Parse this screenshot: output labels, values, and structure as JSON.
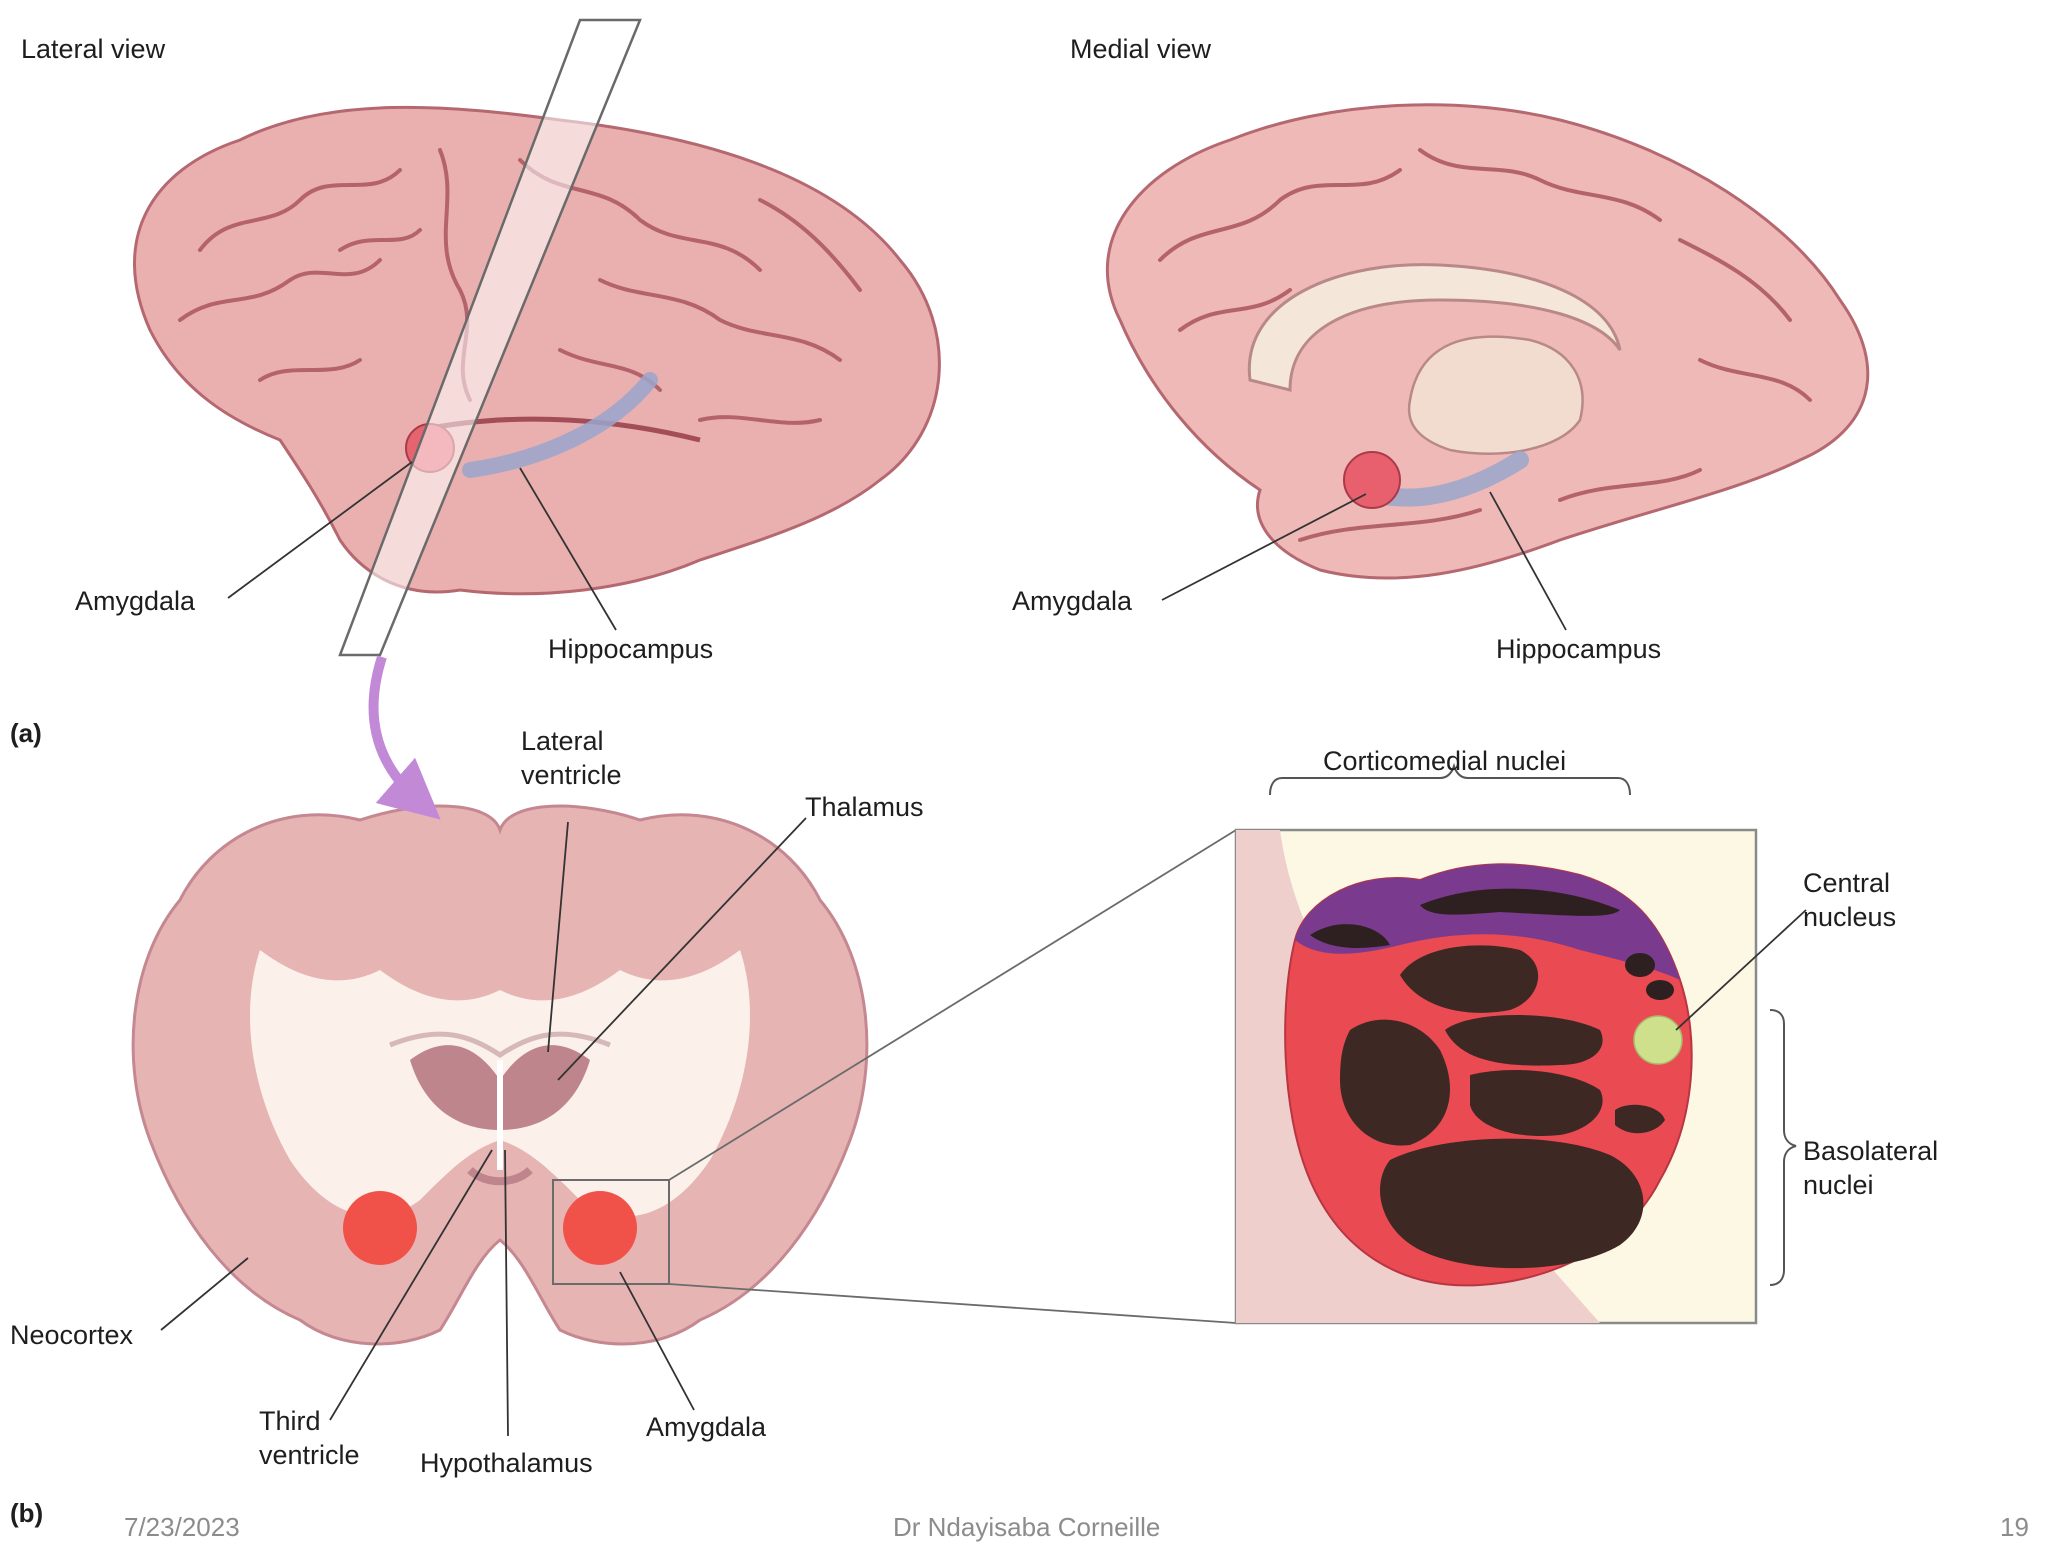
{
  "views": {
    "lateral_title": "Lateral view",
    "medial_title": "Medial view"
  },
  "panel_a": {
    "tag": "(a)",
    "lateral_amygdala": "Amygdala",
    "lateral_hippocampus": "Hippocampus",
    "medial_amygdala": "Amygdala",
    "medial_hippocampus": "Hippocampus"
  },
  "panel_b": {
    "tag": "(b)",
    "lateral_ventricle": "Lateral\nventricle",
    "thalamus": "Thalamus",
    "neocortex": "Neocortex",
    "third_ventricle": "Third\nventricle",
    "hypothalamus": "Hypothalamus",
    "amygdala": "Amygdala"
  },
  "inset": {
    "corticomedial": "Corticomedial nuclei",
    "central": "Central\nnucleus",
    "basolateral": "Basolateral\nnuclei"
  },
  "colors": {
    "brain": "#eab0b0",
    "amygdala": "#f0524a",
    "corticomedial": "#7a3a8e",
    "basolateral": "#ea4a52",
    "dark_nuclei": "#3e2824",
    "central_nucleus": "#cfe08c"
  },
  "footer": {
    "date": "7/23/2023",
    "author": "Dr Ndayisaba Corneille",
    "page": "19"
  }
}
